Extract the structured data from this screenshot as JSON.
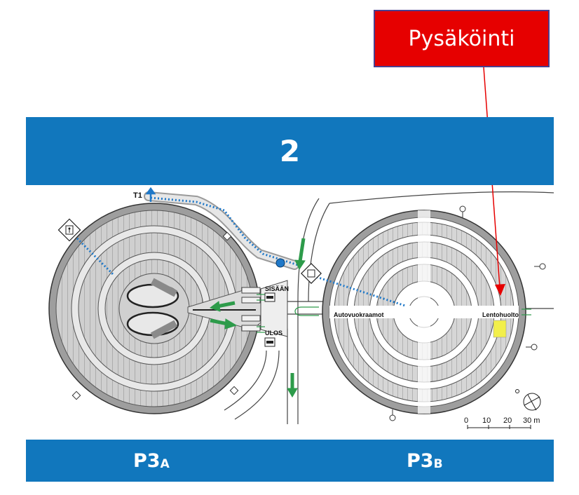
{
  "callout": {
    "text": "Pysäköinti",
    "color": "#e60000"
  },
  "header": {
    "number": "2",
    "color": "#1177bd"
  },
  "map": {
    "terminal_label": "T1",
    "entrance_label": "SISÄÄN",
    "exit_label": "ULOS",
    "car_rental_label": "Autovuokraamot",
    "airport_service_label": "Lentohuolto",
    "scale_labels": [
      "0",
      "10",
      "20",
      "30 m"
    ],
    "icons": {
      "walkway": "dotted-walkway",
      "arrow": "green-traffic-arrow",
      "elevator": "elevator-icon",
      "car": "car-icon",
      "compass": "compass-icon"
    }
  },
  "footer": {
    "zone_a": {
      "main": "P3",
      "sub": "A"
    },
    "zone_b": {
      "main": "P3",
      "sub": "B"
    }
  }
}
